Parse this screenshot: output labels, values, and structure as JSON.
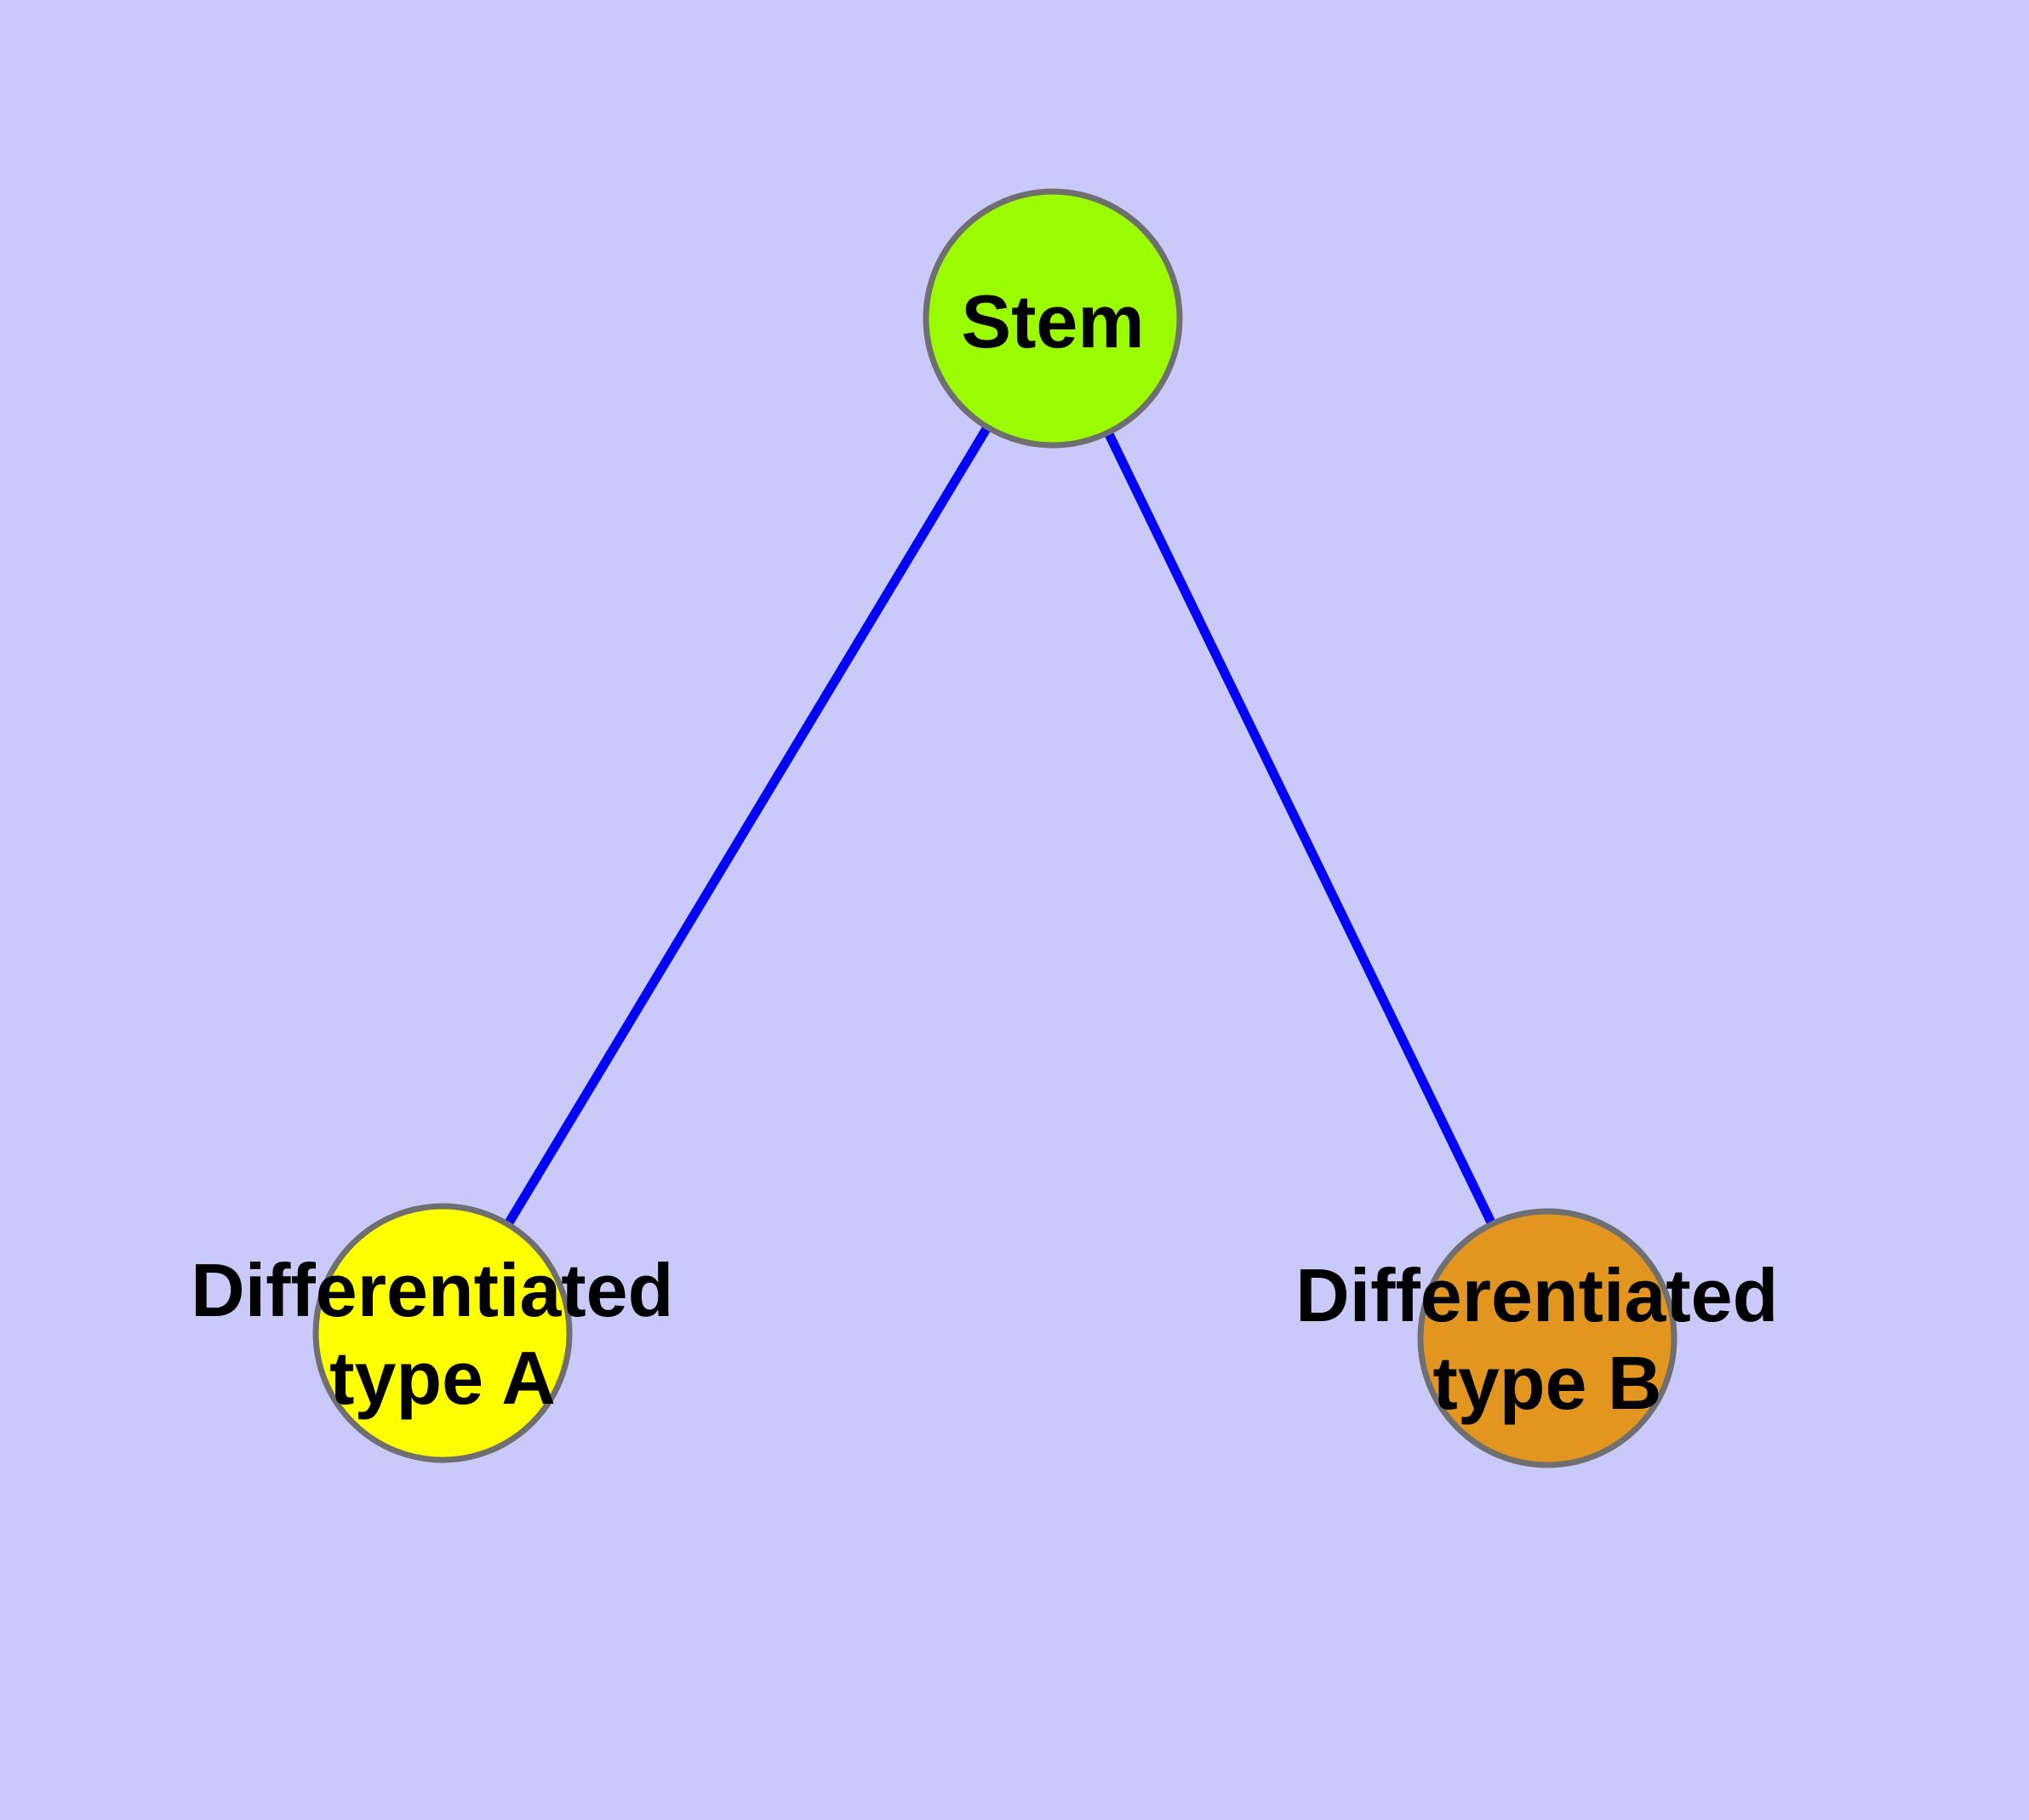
{
  "diagram": {
    "type": "node-link-graph",
    "background_color": "#c9c9fa",
    "edge_color": "#0404f5",
    "node_border_color": "#6f6f6f",
    "label_color": "#000000",
    "nodes": [
      {
        "id": "stem",
        "label": "Stem",
        "line1": "Stem",
        "line2": "",
        "color": "#9bfb00"
      },
      {
        "id": "differentiated-type-a",
        "label": "Differentiated type A",
        "line1": "Differentiated",
        "line2": "type A",
        "color": "#ffff00"
      },
      {
        "id": "differentiated-type-b",
        "label": "Differentiated type B",
        "line1": "Differentiated",
        "line2": "type B",
        "color": "#e2951f"
      }
    ],
    "edges": [
      {
        "from": "Stem",
        "to": "Differentiated type A"
      },
      {
        "from": "Stem",
        "to": "Differentiated type B"
      }
    ]
  }
}
